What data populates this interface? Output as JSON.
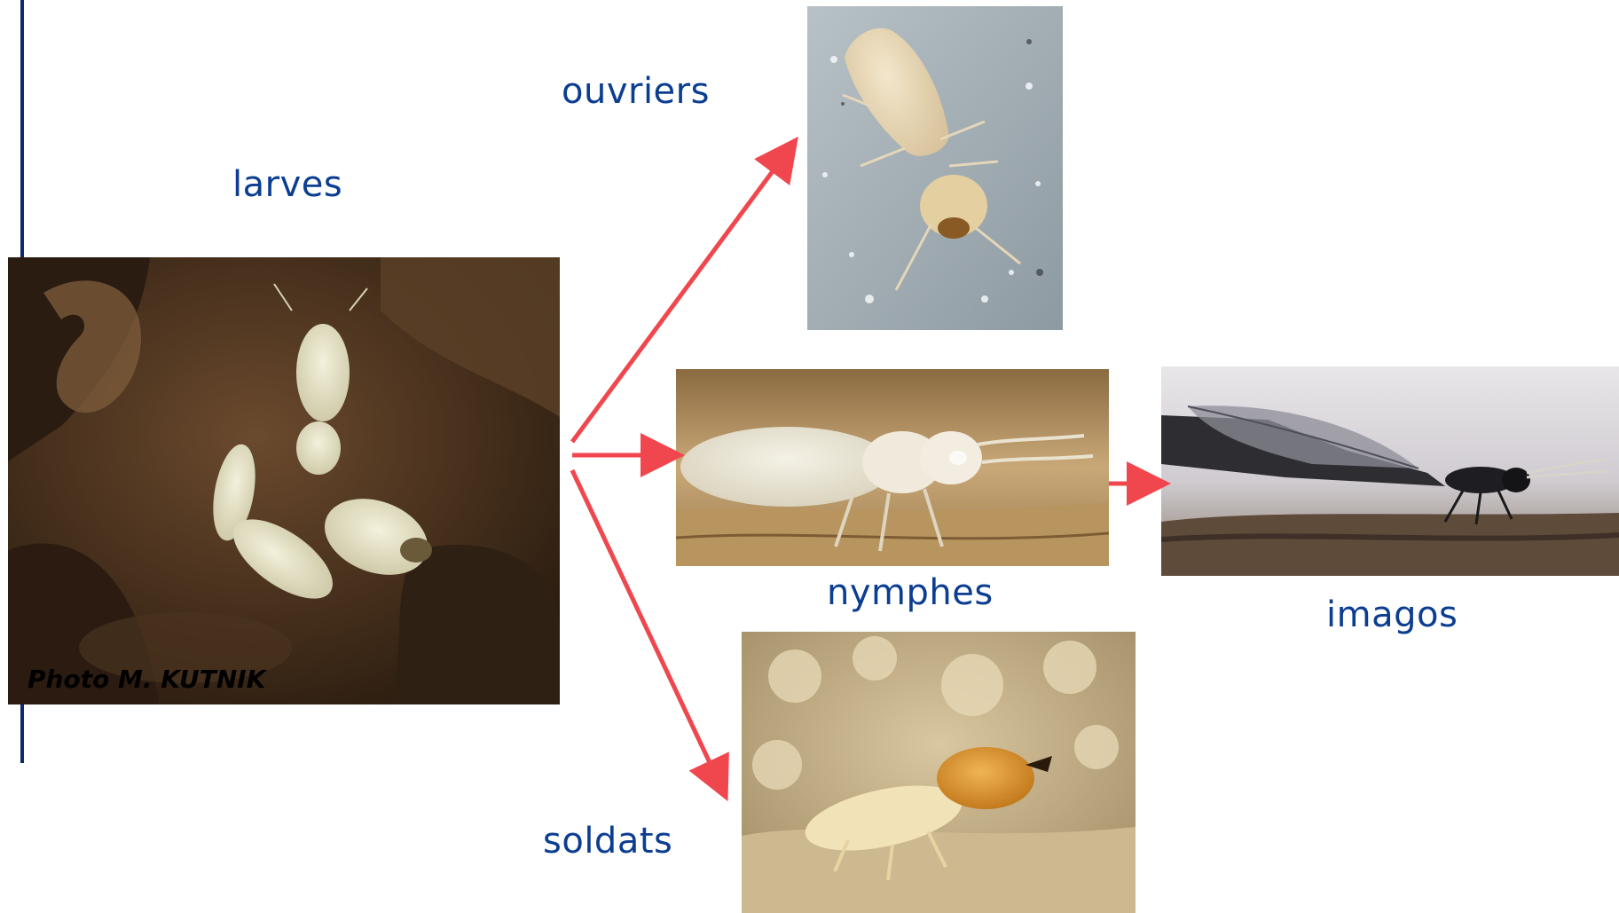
{
  "labels": {
    "larves": "larves",
    "ouvriers": "ouvriers",
    "nymphes": "nymphes",
    "imagos": "imagos",
    "soldats": "soldats"
  },
  "photo_credit": "Photo M. KUTNIK",
  "colors": {
    "label_text": "#0b3d91",
    "arrow": "#f0474f",
    "left_bar": "#0b2a6f"
  },
  "photos": [
    {
      "id": "larves",
      "subject": "termite larvae on wood"
    },
    {
      "id": "ouvriers",
      "subject": "termite worker"
    },
    {
      "id": "nymphes",
      "subject": "termite nymph"
    },
    {
      "id": "imagos",
      "subject": "winged termite imago"
    },
    {
      "id": "soldats",
      "subject": "termite soldier"
    }
  ]
}
